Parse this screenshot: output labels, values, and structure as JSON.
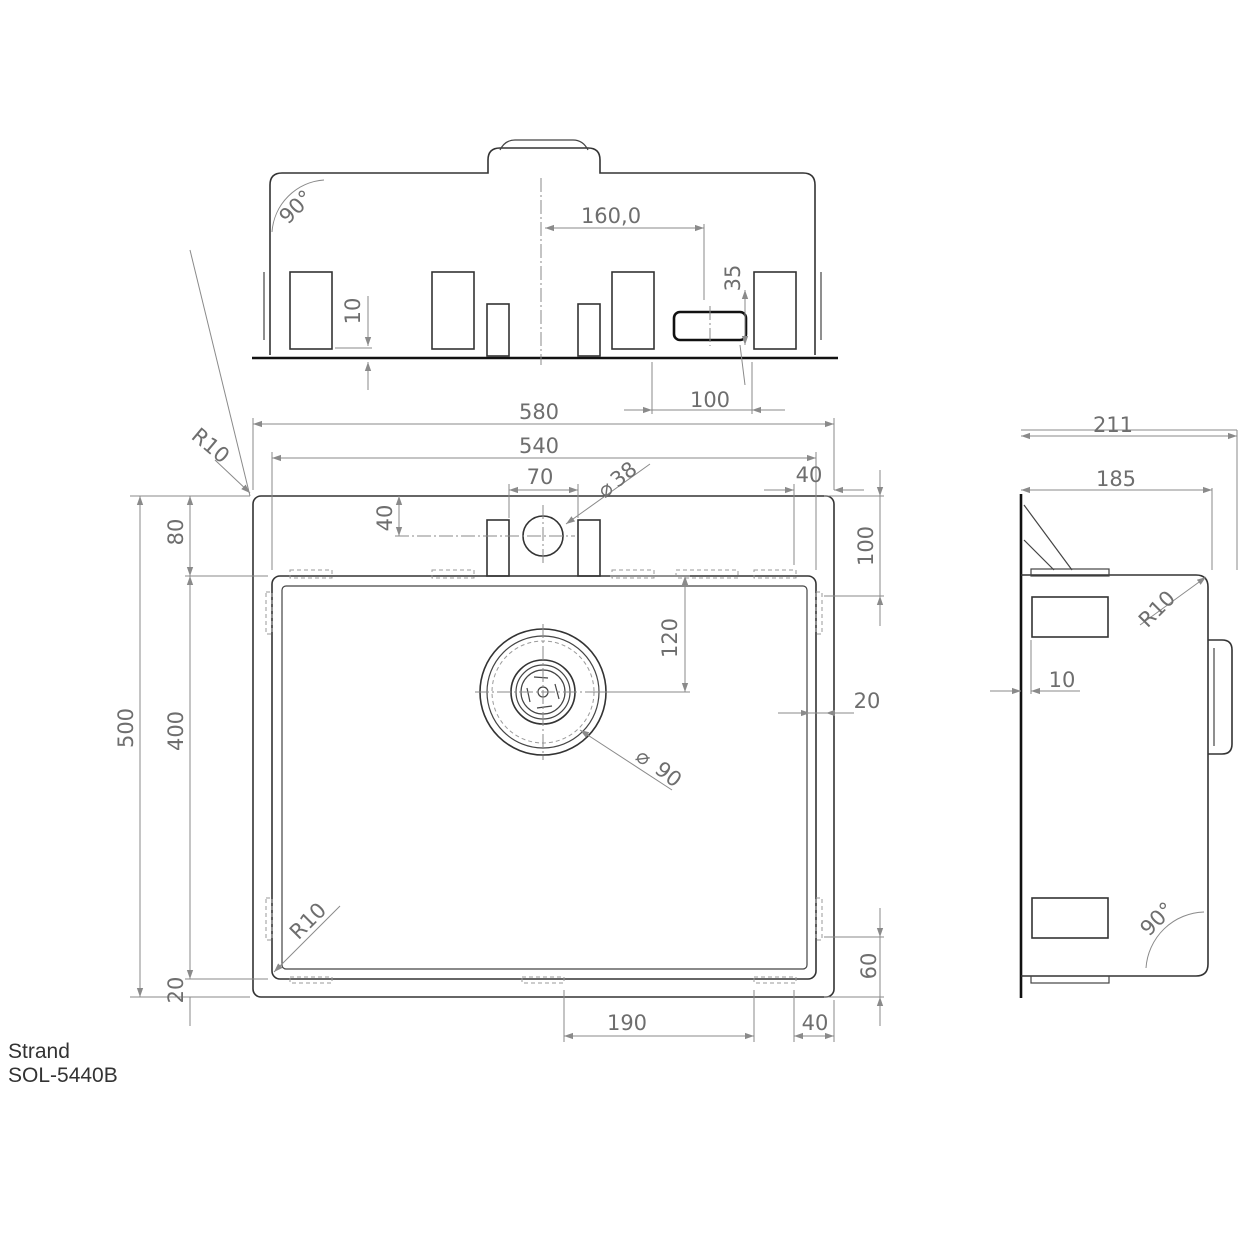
{
  "caption": {
    "brand": "Strand",
    "model": "SOL-5440B"
  },
  "dimensions": {
    "top_view": {
      "spacing": "160,0",
      "height": "35",
      "thickness": "10",
      "offset": "100",
      "angle": "90°"
    },
    "front_view": {
      "overall_width": "580",
      "bowl_width": "540",
      "hole_spacing": "70",
      "hole_diameter": "38",
      "side_margin": "40",
      "corner_radius_top": "R10",
      "hole_offset": "40",
      "overall_depth": "500",
      "bowl_depth": "400",
      "top_margin": "80",
      "bottom_margin": "20",
      "right_offset": "100",
      "drain_offset": "120",
      "flange": "20",
      "drain_diameter": "90",
      "corner_radius_bottom": "R10",
      "bottom_right_offset": "60",
      "bottom_spacing": "190",
      "bottom_side": "40"
    },
    "side_view": {
      "overall_height": "211",
      "bowl_height": "185",
      "corner_radius": "R10",
      "flange": "10",
      "angle": "90°"
    }
  }
}
